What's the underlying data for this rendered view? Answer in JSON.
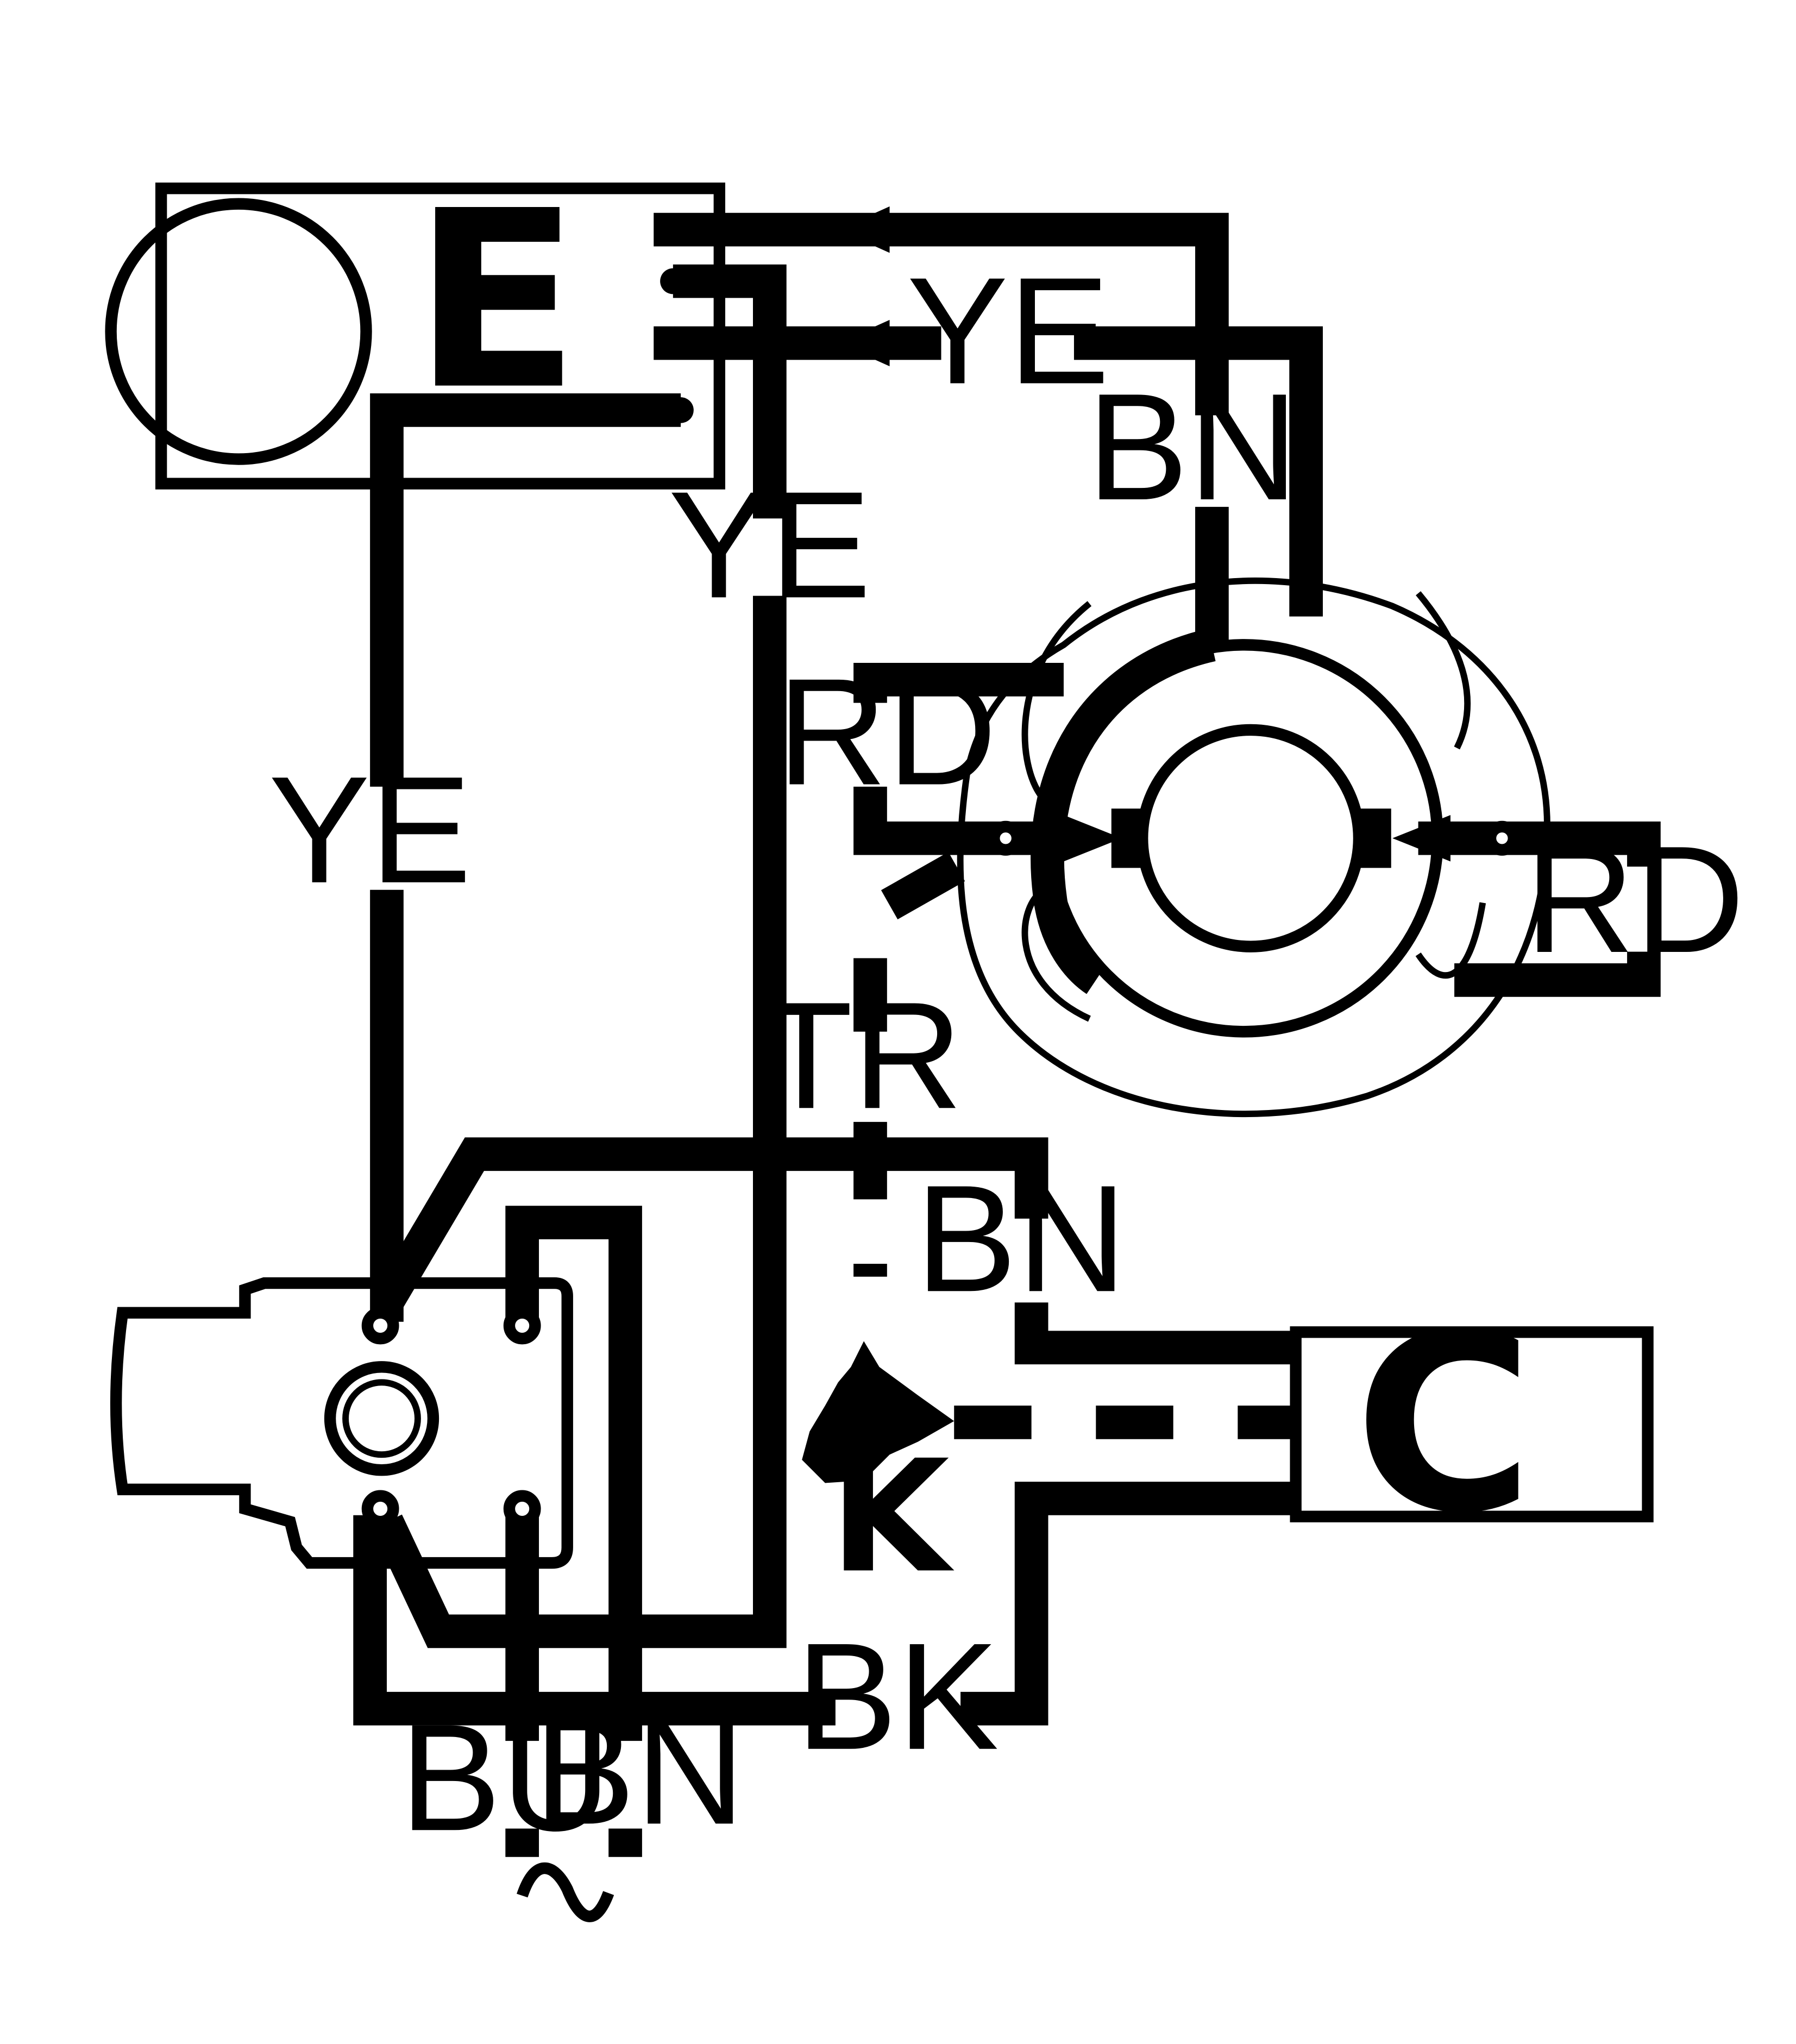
{
  "components": {
    "electrode_unit": "E",
    "control_unit": "C",
    "connector": "K"
  },
  "wire_labels": {
    "ye_top": "YE",
    "bn_top": "BN",
    "ye_mid": "YE",
    "ye_left": "YE",
    "rd_left": "RD",
    "rd_right": "RD",
    "tr": "TR",
    "bn_mid": "BN",
    "bk": "BK",
    "bu": "BU",
    "bn_bottom": "BN"
  },
  "supply_symbol": "~"
}
